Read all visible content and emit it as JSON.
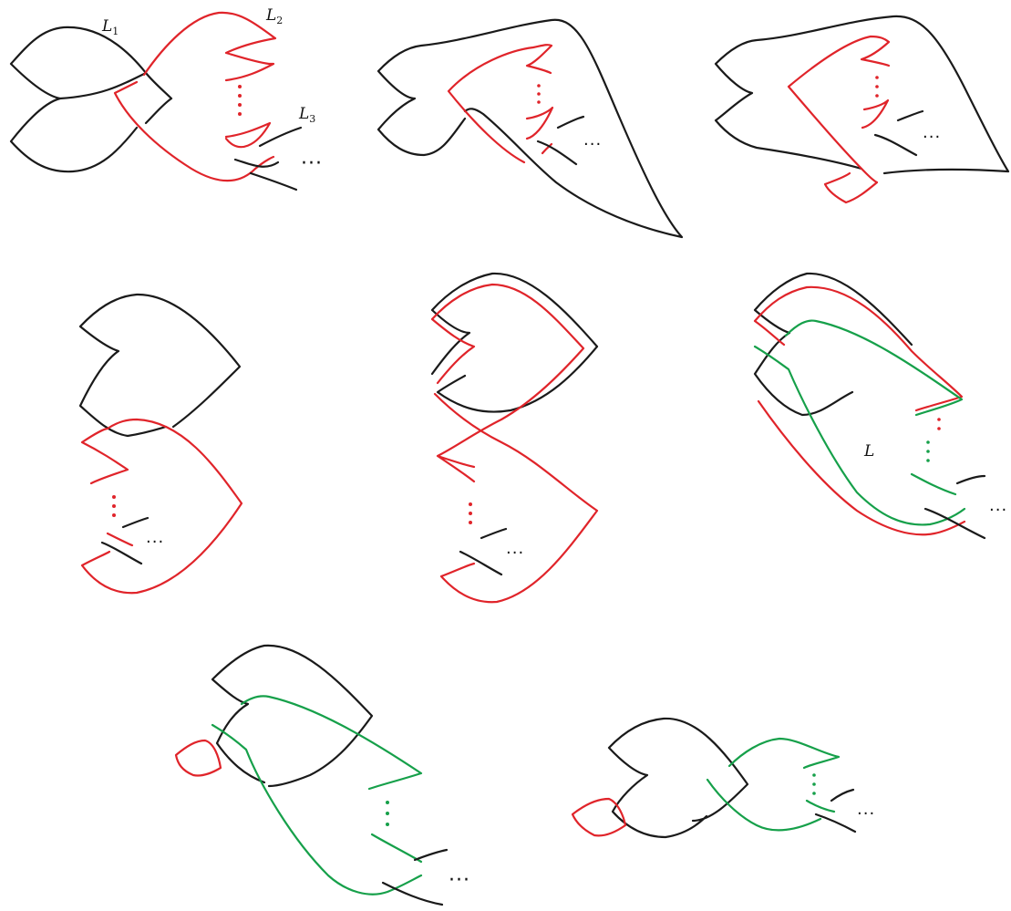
{
  "labels": {
    "L1": "L",
    "L1_sub": "1",
    "L2": "L",
    "L2_sub": "2",
    "L3": "L",
    "L3_sub": "3",
    "L": "L"
  },
  "ellipsis": "···",
  "ellipsis_small": "···",
  "colors": {
    "black_strand": "#1a1a1a",
    "red_strand": "#e0242a",
    "green_strand": "#16a04a"
  },
  "panel_count": 8
}
